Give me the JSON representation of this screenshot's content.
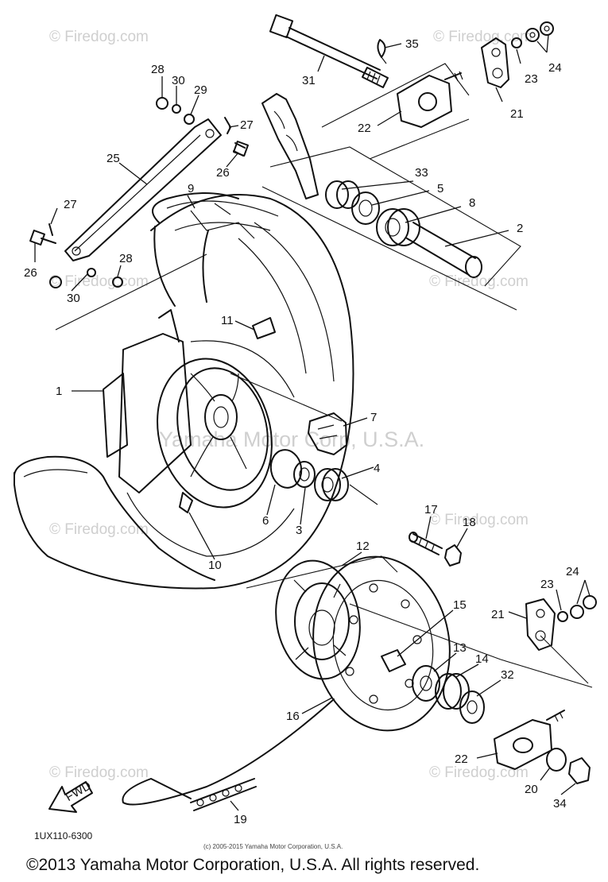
{
  "diagram_code": "1UX110-6300",
  "small_copyright": "(c) 2005-2015 Yamaha Motor Corporation, U.S.A.",
  "copyright": "©2013 Yamaha Motor Corporation, U.S.A. All rights reserved.",
  "watermark_text": "© Firedog.com",
  "watermark_center": "Yamaha Motor Corp, U.S.A.",
  "fwd_label": "FWD",
  "callouts": {
    "c1": "1",
    "c2": "2",
    "c3": "3",
    "c4": "4",
    "c5": "5",
    "c6": "6",
    "c7": "7",
    "c8": "8",
    "c9": "9",
    "c10": "10",
    "c11": "11",
    "c12": "12",
    "c13": "13",
    "c14": "14",
    "c15": "15",
    "c16": "16",
    "c17": "17",
    "c18": "18",
    "c19": "19",
    "c20": "20",
    "c21a": "21",
    "c21b": "21",
    "c22a": "22",
    "c22b": "22",
    "c23a": "23",
    "c23b": "23",
    "c24a": "24",
    "c24b": "24",
    "c25": "25",
    "c26a": "26",
    "c26b": "26",
    "c27a": "27",
    "c27b": "27",
    "c28a": "28",
    "c28b": "28",
    "c29": "29",
    "c30a": "30",
    "c30b": "30",
    "c31": "31",
    "c32": "32",
    "c33": "33",
    "c34": "34",
    "c35": "35"
  }
}
